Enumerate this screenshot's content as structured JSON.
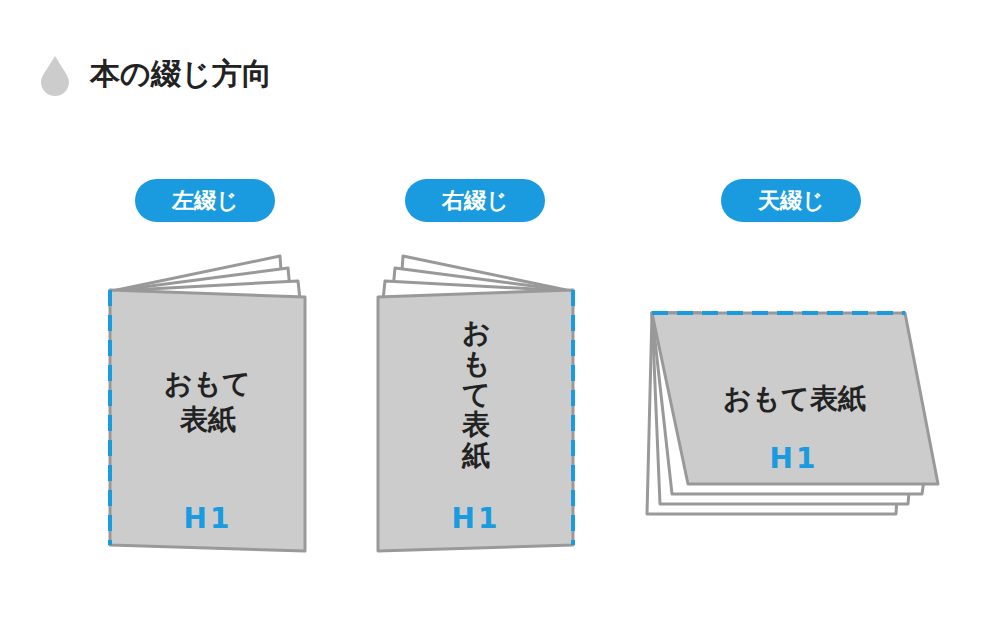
{
  "diagram": {
    "title": "本の綴じ方向",
    "nodes": [
      {
        "text": [
          "左綴じ"
        ]
      },
      {
        "text": [
          "おもて 表紙",
          "H1"
        ]
      },
      {
        "text": [
          "右綴じ"
        ]
      },
      {
        "text": [
          "おもて表紙",
          "H1"
        ]
      },
      {
        "text": [
          "天綴じ"
        ]
      },
      {
        "text": [
          "おもて表紙",
          "H1"
        ]
      }
    ]
  }
}
